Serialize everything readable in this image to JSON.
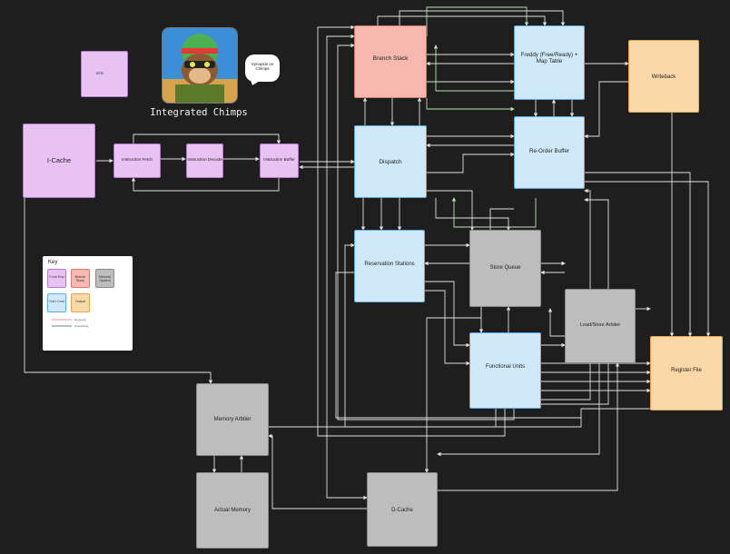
{
  "title": "Integrated Chimps",
  "speech_bubble": "Synopsis on Chimps",
  "blocks": {
    "icache": "I-Cache",
    "instruction_fetch": "Instruction Fetch",
    "instruction_decode": "Instruction Decode",
    "instruction_buffer": "Instruction Buffer",
    "branch_stack": "Branch Stack",
    "dispatch": "Dispatch",
    "map_table": "Freddy (Free/Ready) + Map Table",
    "rob": "Re-Order Buffer",
    "writeback": "Writeback",
    "reservation_stations": "Reservation Stations",
    "store_queue": "Store Queue",
    "load_store_arbiter": "Load/Store Arbiter",
    "functional_units": "Functional Units",
    "register_file": "Register File",
    "memory_arbiter": "Memory Arbiter",
    "actual_memory": "Actual Memory",
    "dcache": "D-Cache",
    "btb": "BTB"
  },
  "key": {
    "title": "Key",
    "items": [
      "Front End",
      "Branch Stack",
      "Memory System",
      "OoO Core",
      "Output"
    ],
    "legend": [
      "Necessity",
      "Overwriting"
    ]
  },
  "colors": {
    "background": "#1e1e1e",
    "front_end": "#e8c2f2",
    "branch_stack": "#f7b8b0",
    "memory_system": "#bdbdbd",
    "ooo_core": "#cfe9fb",
    "output": "#fad8a8",
    "wire": "#e0e0e0",
    "wire_green": "#b9e4b4"
  }
}
